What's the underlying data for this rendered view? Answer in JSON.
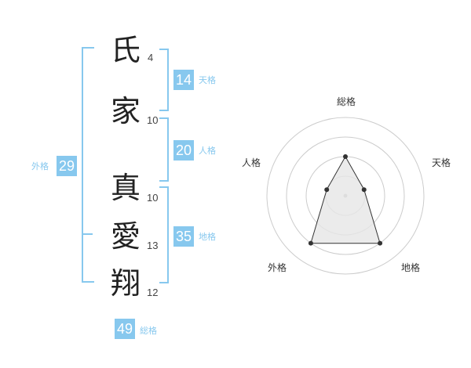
{
  "name": {
    "characters": [
      {
        "char": "氏",
        "strokes": "4"
      },
      {
        "char": "家",
        "strokes": "10"
      },
      {
        "char": "真",
        "strokes": "10"
      },
      {
        "char": "愛",
        "strokes": "13"
      },
      {
        "char": "翔",
        "strokes": "12"
      }
    ]
  },
  "fortune": {
    "tenkaku": {
      "value": "14",
      "label": "天格"
    },
    "jinkaku": {
      "value": "20",
      "label": "人格"
    },
    "chikaku": {
      "value": "35",
      "label": "地格"
    },
    "gaikaku": {
      "value": "29",
      "label": "外格"
    },
    "soukaku": {
      "value": "49",
      "label": "総格"
    }
  },
  "radar": {
    "axes": [
      "総格",
      "天格",
      "地格",
      "外格",
      "人格"
    ],
    "levels": 4,
    "values": [
      0.5,
      0.25,
      0.75,
      0.75,
      0.25
    ],
    "colors": {
      "ring": "#cccccc",
      "fill": "#e6e6e6",
      "line": "#333333",
      "point": "#333333",
      "center": "#bbbbbb"
    }
  },
  "colors": {
    "accent": "#87c8ee"
  }
}
